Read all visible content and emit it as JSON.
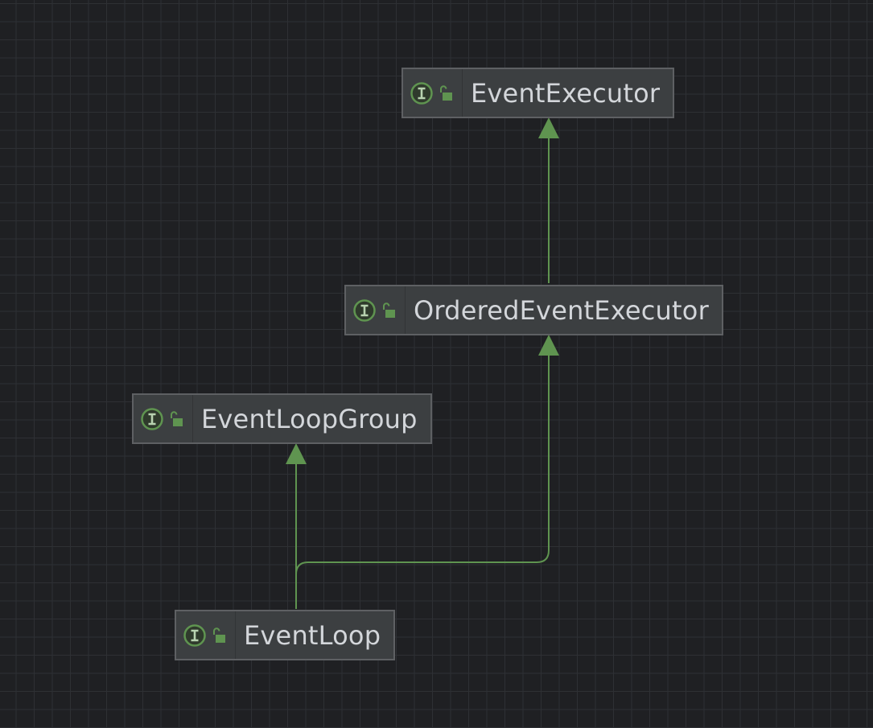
{
  "colors": {
    "background": "#1f2023",
    "grid": "#2e3034",
    "node_fill": "#3c3f41",
    "node_border": "#5e6063",
    "node_text": "#d3d6da",
    "edge": "#5f9450",
    "icon_green": "#5f9450"
  },
  "nodes": [
    {
      "id": "EventExecutor",
      "label": "EventExecutor",
      "kind": "interface",
      "visibility": "public",
      "icons": [
        "interface-icon",
        "unlocked-padlock-icon"
      ]
    },
    {
      "id": "OrderedEventExecutor",
      "label": "OrderedEventExecutor",
      "kind": "interface",
      "visibility": "public",
      "icons": [
        "interface-icon",
        "unlocked-padlock-icon"
      ]
    },
    {
      "id": "EventLoopGroup",
      "label": "EventLoopGroup",
      "kind": "interface",
      "visibility": "public",
      "icons": [
        "interface-icon",
        "unlocked-padlock-icon"
      ]
    },
    {
      "id": "EventLoop",
      "label": "EventLoop",
      "kind": "interface",
      "visibility": "public",
      "icons": [
        "interface-icon",
        "unlocked-padlock-icon"
      ]
    }
  ],
  "edges": [
    {
      "from": "OrderedEventExecutor",
      "to": "EventExecutor",
      "type": "extends"
    },
    {
      "from": "EventLoop",
      "to": "EventLoopGroup",
      "type": "extends"
    },
    {
      "from": "EventLoop",
      "to": "OrderedEventExecutor",
      "type": "extends"
    }
  ]
}
